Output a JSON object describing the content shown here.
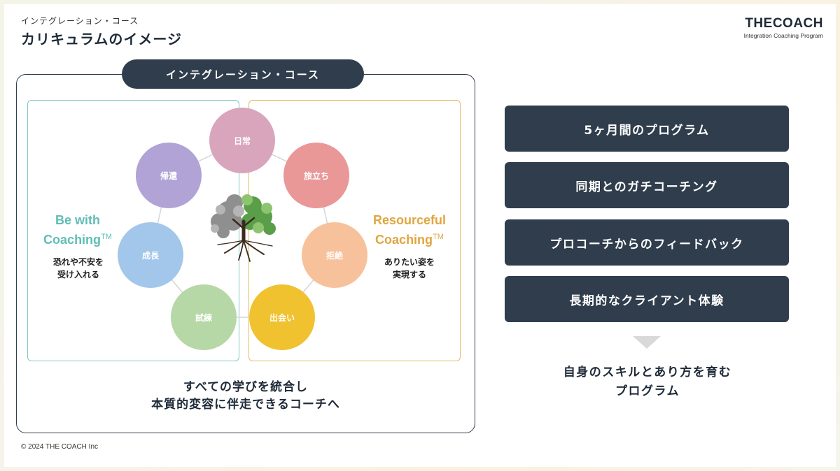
{
  "header": {
    "eyebrow": "インテグレーション・コース",
    "title": "カリキュラムのイメージ"
  },
  "logo": {
    "main": "THECOACH",
    "sub": "Integration Coaching Program"
  },
  "copyright": "© 2024 THE COACH Inc",
  "diagram": {
    "course_label": "インテグレーション・コース",
    "left": {
      "head_line1": "Be with",
      "head_line2": "Coaching",
      "tm": "TM",
      "text_line1": "恐れや不安を",
      "text_line2": "受け入れる",
      "border_color": "#7fc9c4"
    },
    "right": {
      "head_line1": "Resourceful",
      "head_line2": "Coaching",
      "tm": "TM",
      "text_line1": "ありたい姿を",
      "text_line2": "実現する",
      "border_color": "#e5b966"
    },
    "nodes": [
      {
        "label": "日常",
        "color": "#d8a5bd"
      },
      {
        "label": "旅立ち",
        "color": "#e99797"
      },
      {
        "label": "拒絶",
        "color": "#f7c29b"
      },
      {
        "label": "出会い",
        "color": "#f0c230"
      },
      {
        "label": "試練",
        "color": "#b5d8a6"
      },
      {
        "label": "成長",
        "color": "#a3c7ea"
      },
      {
        "label": "帰還",
        "color": "#b1a3d6"
      }
    ],
    "center_icon": "tree-icon",
    "bottom_line1": "すべての学びを統合し",
    "bottom_line2": "本質的変容に伴走できるコーチへ"
  },
  "features": [
    "5ヶ月間のプログラム",
    "同期とのガチコーチング",
    "プロコーチからのフィードバック",
    "長期的なクライアント体験"
  ],
  "result": {
    "line1": "自身のスキルとあり方を育む",
    "line2": "プログラム"
  },
  "colors": {
    "navy": "#2f3d4c",
    "teal": "#5fbdb6",
    "gold": "#e0a640"
  }
}
